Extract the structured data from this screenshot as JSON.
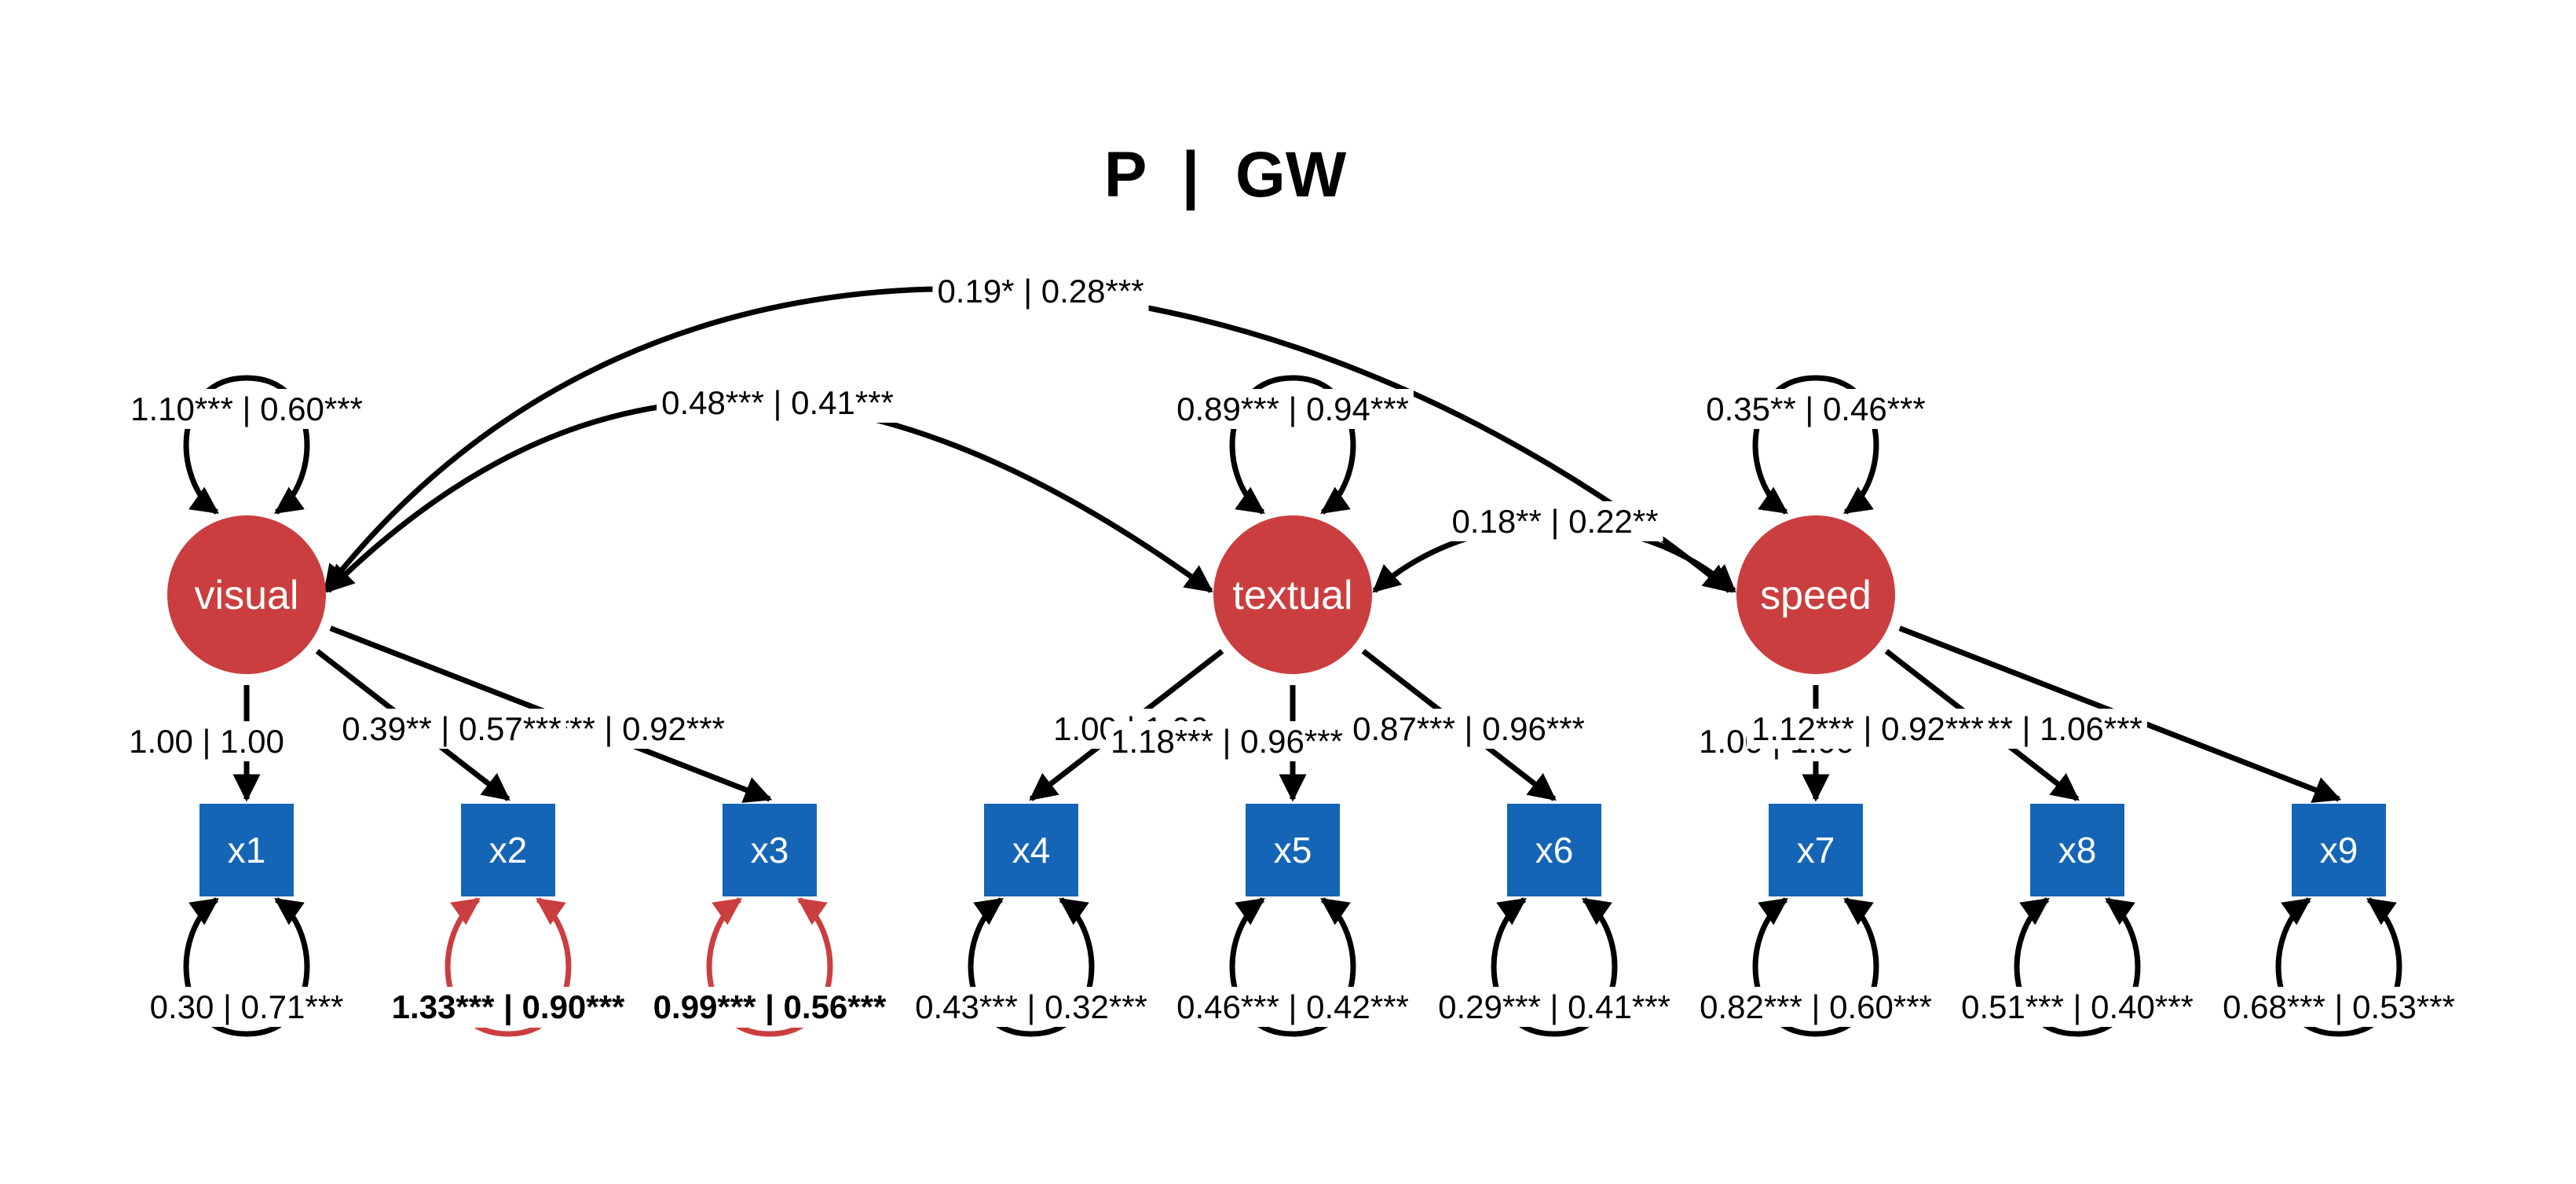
{
  "title": "P  |  GW",
  "colors": {
    "latent": "#CB3E3F",
    "observed": "#1565B7",
    "edge": "#000000",
    "highlight": "#CB3E3F",
    "background": "#FFFFFF"
  },
  "latents": [
    {
      "id": "visual",
      "label": "visual",
      "variance": "1.10*** | 0.60***"
    },
    {
      "id": "textual",
      "label": "textual",
      "variance": "0.89*** | 0.94***"
    },
    {
      "id": "speed",
      "label": "speed",
      "variance": "0.35** | 0.46***"
    }
  ],
  "observed": [
    {
      "id": "x1",
      "label": "x1",
      "factor": "visual",
      "loading": "1.00 | 1.00",
      "residual": "0.30 | 0.71***",
      "highlight": false
    },
    {
      "id": "x2",
      "label": "x2",
      "factor": "visual",
      "loading": "0.39** | 0.57***",
      "residual": "1.33*** | 0.90***",
      "highlight": true
    },
    {
      "id": "x3",
      "label": "x3",
      "factor": "visual",
      "loading": "0.57*** | 0.92***",
      "residual": "0.99*** | 0.56***",
      "highlight": true
    },
    {
      "id": "x4",
      "label": "x4",
      "factor": "textual",
      "loading": "1.00 | 1.00",
      "residual": "0.43*** | 0.32***",
      "highlight": false
    },
    {
      "id": "x5",
      "label": "x5",
      "factor": "textual",
      "loading": "1.18*** | 0.96***",
      "residual": "0.46*** | 0.42***",
      "highlight": false
    },
    {
      "id": "x6",
      "label": "x6",
      "factor": "textual",
      "loading": "0.87*** | 0.96***",
      "residual": "0.29*** | 0.41***",
      "highlight": false
    },
    {
      "id": "x7",
      "label": "x7",
      "factor": "speed",
      "loading": "1.00 | 1.00",
      "residual": "0.82*** | 0.60***",
      "highlight": false
    },
    {
      "id": "x8",
      "label": "x8",
      "factor": "speed",
      "loading": "1.12*** | 0.92***",
      "residual": "0.51*** | 0.40***",
      "highlight": false
    },
    {
      "id": "x9",
      "label": "x9",
      "factor": "speed",
      "loading": "0.92*** | 1.06***",
      "residual": "0.68*** | 0.53***",
      "highlight": false
    }
  ],
  "covariances": [
    {
      "from": "visual",
      "to": "speed",
      "label": "0.19* | 0.28***"
    },
    {
      "from": "visual",
      "to": "textual",
      "label": "0.48*** | 0.41***"
    },
    {
      "from": "textual",
      "to": "speed",
      "label": "0.18** | 0.22**"
    }
  ]
}
